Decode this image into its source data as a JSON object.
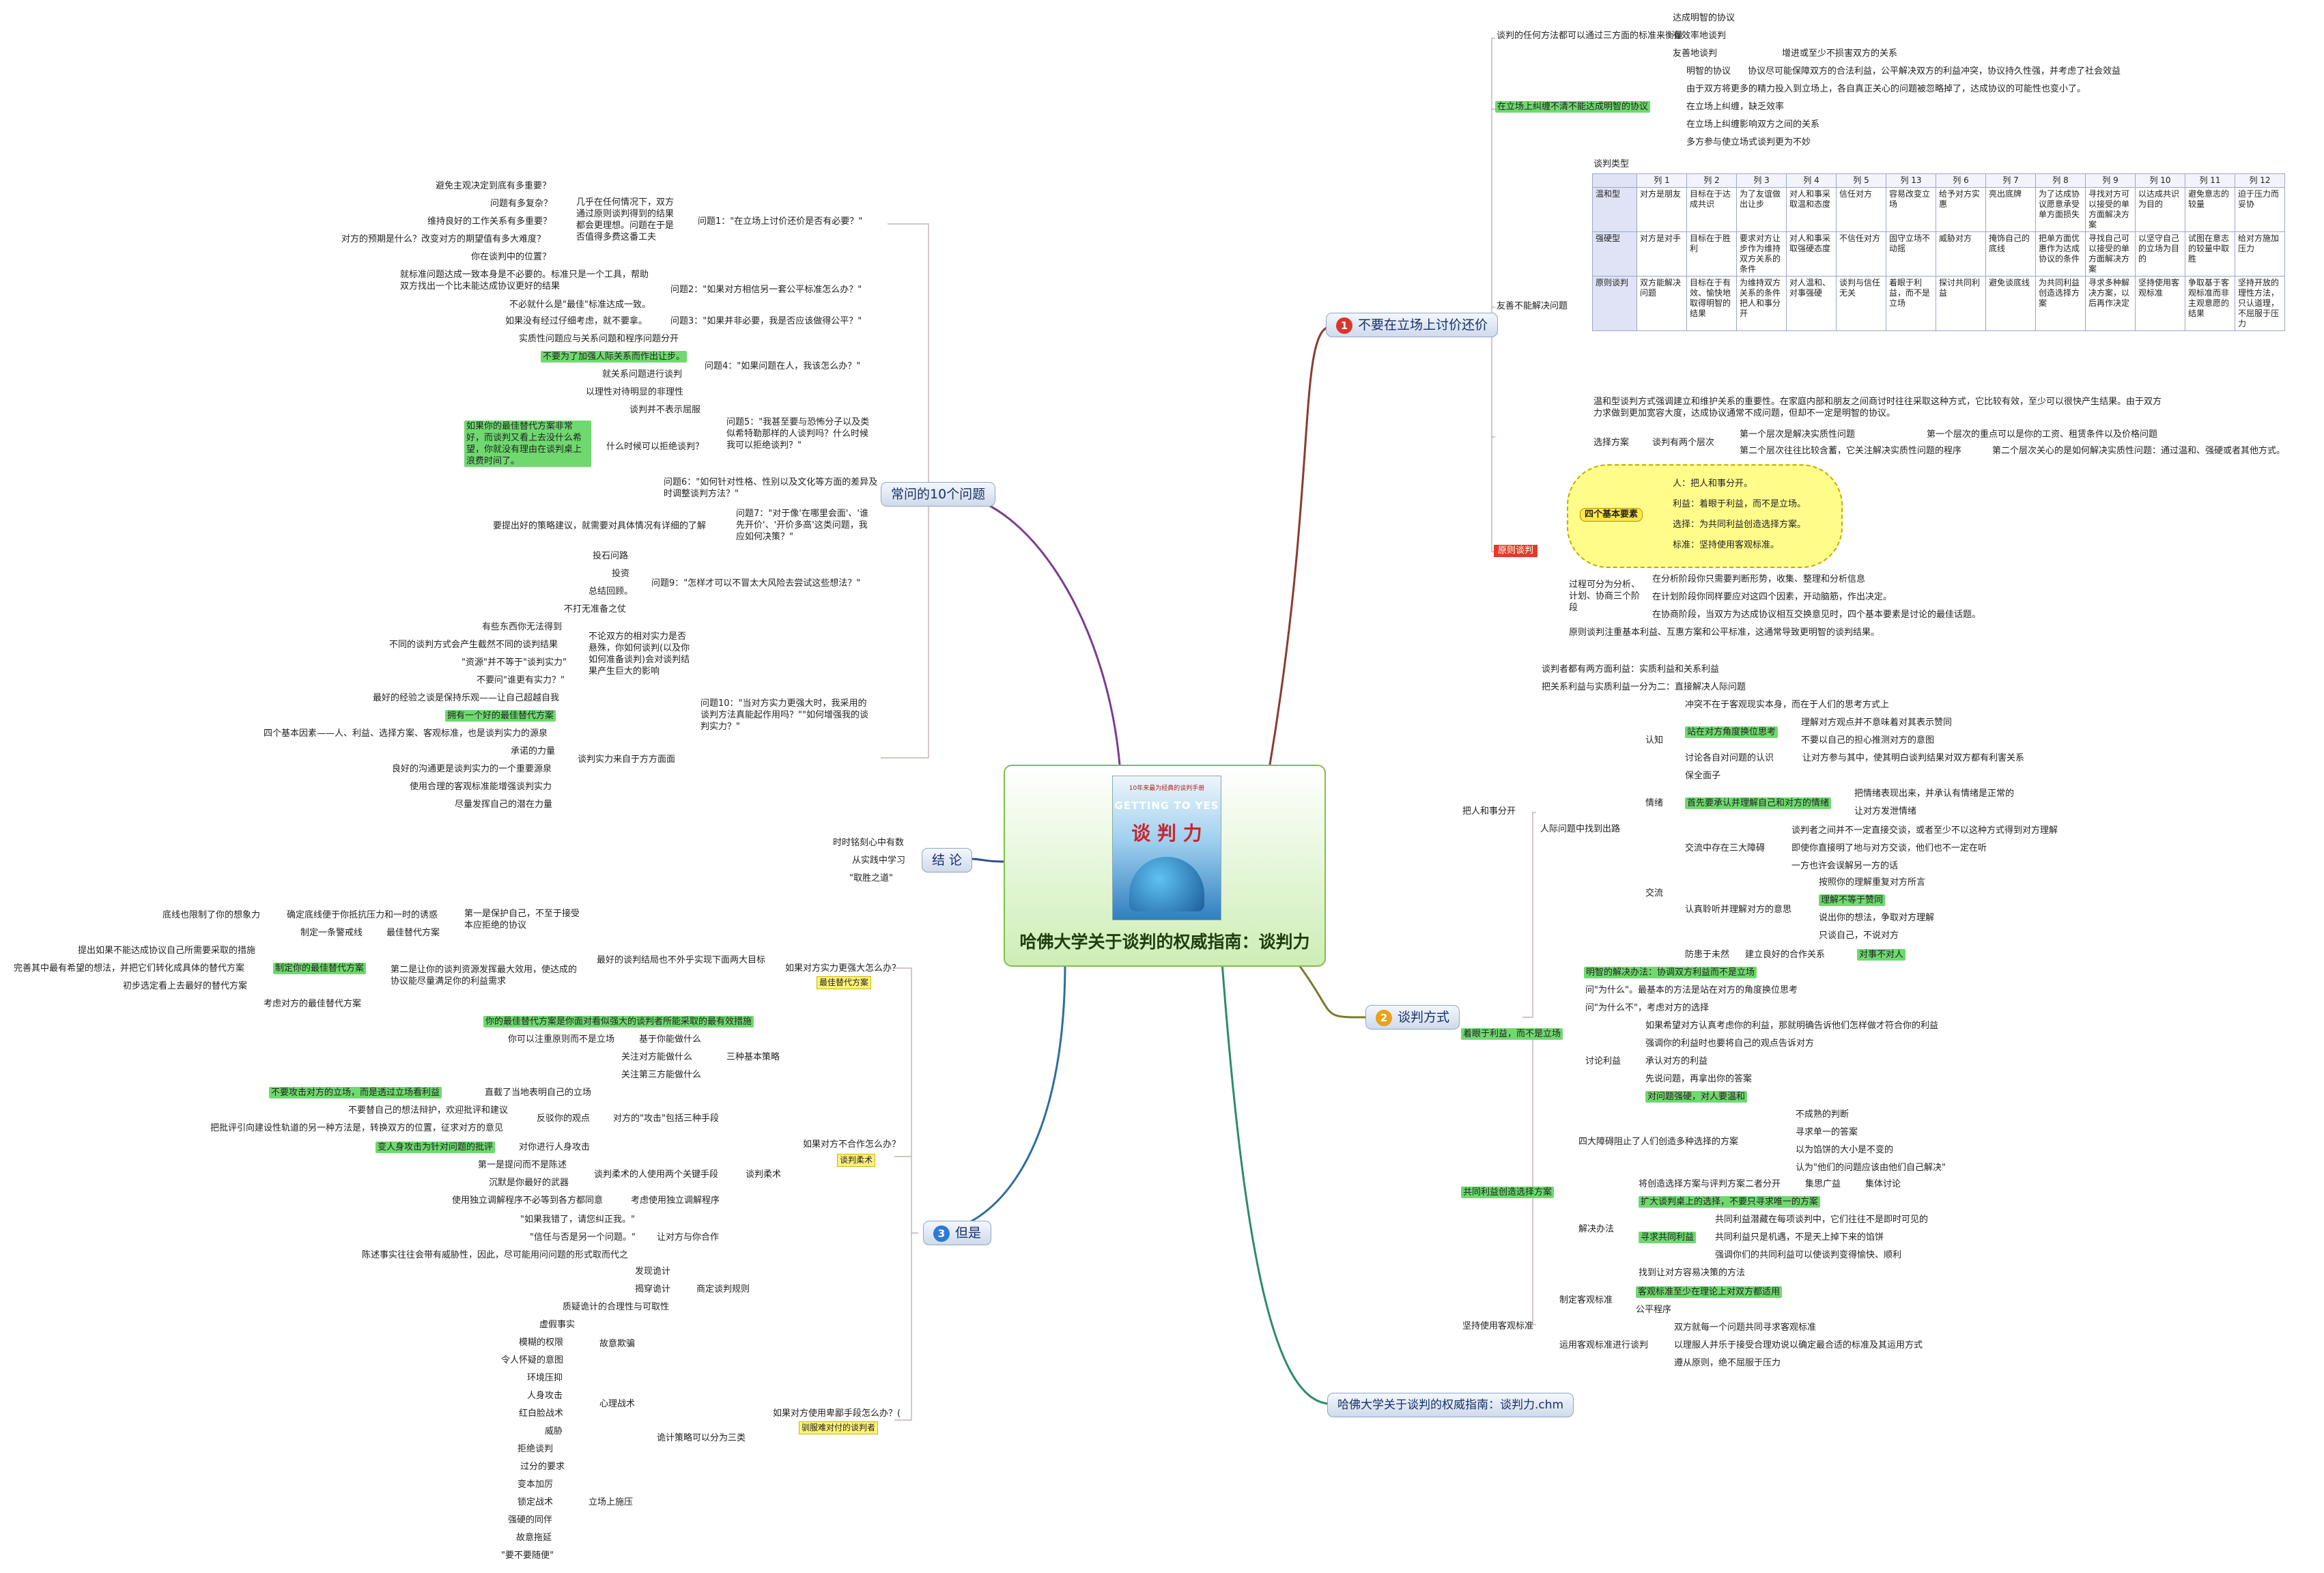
{
  "central": {
    "title": "哈佛大学关于谈判的权威指南：谈判力",
    "book_series": "10年来最为经典的谈判手册",
    "book_title": "谈 判 力",
    "book_english": "GETTING TO YES"
  },
  "branches": {
    "b1": "不要在立场上讨价还价",
    "b2": "谈判方式",
    "b3": "但是",
    "faq": "常问的10个问题",
    "conclusion": "结 论",
    "chm": "哈佛大学关于谈判的权威指南：谈判力.chm"
  },
  "b1": {
    "criteria_label": "谈判的任何方法都可以通过三方面的标准来衡量",
    "criteria": [
      "达成明智的协议",
      "有效率地谈判",
      "友善地谈判",
      "增进或至少不损害双方的关系"
    ],
    "position_label": "在立场上纠缠不清不能达成明智的协议",
    "position_items": [
      "明智的协议",
      "协议尽可能保障双方的合法利益，公平解决双方的利益冲突，协议持久性强，并考虑了社会效益",
      "由于双方将更多的精力投入到立场上，各自真正关心的问题被忽略掉了，达成协议的可能性也变小了。",
      "在立场上纠缠，缺乏效率",
      "在立场上纠缠影响双方之间的关系",
      "多方参与使立场式谈判更为不妙"
    ],
    "friendly_label": "友善不能解决问题",
    "table_title": "谈判类型",
    "table_cols": [
      "列 1",
      "列 2",
      "列 3",
      "列 4",
      "列 5",
      "列 13",
      "列 6",
      "列 7",
      "列 8",
      "列 9",
      "列 10",
      "列 11",
      "列 12"
    ],
    "table_rows": [
      {
        "head": "温和型",
        "cells": [
          "对方是朋友",
          "目标在于达成共识",
          "为了友谊做出让步",
          "对人和事采取温和态度",
          "信任对方",
          "容易改变立场",
          "给予对方实惠",
          "亮出底牌",
          "为了达成协议愿意承受单方面损失",
          "寻找对方可以接受的单方面解决方案",
          "以达成共识为目的",
          "避免意志的较量",
          "迫于压力而妥协"
        ]
      },
      {
        "head": "强硬型",
        "cells": [
          "对方是对手",
          "目标在于胜利",
          "要求对方让步作为维持双方关系的条件",
          "对人和事采取强硬态度",
          "不信任对方",
          "固守立场不动摇",
          "威胁对方",
          "掩饰自己的底线",
          "把单方面优惠作为达成协议的条件",
          "寻找自己可以接受的单方面解决方案",
          "以坚守自己的立场为目的",
          "试图在意志的较量中取胜",
          "给对方施加压力"
        ]
      },
      {
        "head": "原则谈判",
        "cells": [
          "双方能解决问题",
          "目标在于有效、愉快地取得明智的结果",
          "为维持双方关系的条件把人和事分开",
          "对人温和、对事强硬",
          "谈判与信任无关",
          "着眼于利益，而不是立场",
          "探讨共同利益",
          "避免谈底线",
          "为共同利益创造选择方案",
          "寻求多种解决方案，以后再作决定",
          "坚持使用客观标准",
          "争取基于客观标准而非主观意愿的结果",
          "坚持开放的理性方法，只认道理，不屈服于压力"
        ]
      }
    ],
    "summary_text": "温和型谈判方式强调建立和维护关系的重要性。在家庭内部和朋友之间商讨时往往采取这种方式，它比较有效，至少可以很快产生结果。由于双方力求做到更加宽容大度，达成协议通常不成问题，但却不一定是明智的协议。",
    "choice_label": "选择方案",
    "levels_label": "谈判有两个层次",
    "level1": [
      "第一个层次是解决实质性问题",
      "第一个层次的重点可以是你的工资、租赁条件以及价格问题"
    ],
    "level2": [
      "第二个层次往往比较含蓄，它关注解决实质性问题的程序",
      "第二个层次关心的是如何解决实质性问题：通过温和、强硬或者其他方式。"
    ],
    "principled_label": "原则谈判",
    "four_label": "四个基本要素",
    "four_items": [
      "人：把人和事分开。",
      "利益：着眼于利益，而不是立场。",
      "选择：为共同利益创造选择方案。",
      "标准：坚持使用客观标准。"
    ],
    "process_label": "过程可分为分析、计划、协商三个阶段",
    "process_items": [
      "在分析阶段你只需要判断形势，收集、整理和分析信息",
      "在计划阶段你同样要应对这四个因素，开动脑筋，作出决定。",
      "在协商阶段，当双方为达成协议相互交换意见时，四个基本要素是讨论的最佳话题。"
    ],
    "principled_note": "原则谈判注重基本利益、互惠方案和公平标准，这通常导致更明智的谈判结果。"
  },
  "b2": {
    "top": [
      "谈判者都有两方面利益：实质利益和关系利益",
      "把关系利益与实质利益一分为二：直接解决人际问题"
    ],
    "people_label": "把人和事分开",
    "people_problem": "人际问题中找到出路",
    "perception_label": "认知",
    "perception_items": [
      "冲突不在于客观现实本身，而在于人们的思考方式上",
      "站在对方角度换位思考",
      "理解对方观点并不意味着对其表示赞同",
      "不要以自己的担心推测对方的意图",
      "讨论各自对问题的认识",
      "让对方参与其中，使其明白谈判结果对双方都有利害关系",
      "保全面子"
    ],
    "emotion_label": "情绪",
    "emotion_items": [
      "首先要承认并理解自己和对方的情绪",
      "把情绪表现出来，并承认有情绪是正常的",
      "让对方发泄情绪"
    ],
    "comm_label": "交流",
    "comm_barriers": "交流中存在三大障碍",
    "comm_items": [
      "谈判者之间并不一定直接交谈，或者至少不以这种方式得到对方理解",
      "即使你直接明了地与对方交谈，他们也不一定在听",
      "一方也许会误解另一方的话"
    ],
    "listen_label": "认真聆听并理解对方的意思",
    "listen_items": [
      "按照你的理解重复对方所言",
      "理解不等于赞同",
      "说出你的想法，争取对方理解",
      "只谈自己，不说对方"
    ],
    "prevent_label": "防患于未然",
    "prevent_items": [
      "建立良好的合作关系",
      "对事不对人"
    ],
    "interest_label": "着眼于利益，而不是立场",
    "interest_items": [
      "明智的解决办法：协调双方利益而不是立场",
      "问\"为什么\"。最基本的方法是站在对方的角度换位思考",
      "问\"为什么不\"，考虑对方的选择"
    ],
    "discuss_label": "讨论利益",
    "discuss_items": [
      "如果希望对方认真考虑你的利益，那就明确告诉他们怎样做才符合你的利益",
      "强调你的利益时也要将自己的观点告诉对方",
      "承认对方的利益",
      "先说问题，再拿出你的答案",
      "对问题强硬，对人要温和"
    ],
    "mutual_label": "共同利益创造选择方案",
    "four_obstacles": "四大障碍阻止了人们创造多种选择的方案",
    "obstacles": [
      "不成熟的判断",
      "寻求单一的答案",
      "以为馅饼的大小是不变的",
      "认为\"他们的问题应该由他们自己解决\""
    ],
    "solution_label": "解决办法",
    "solution_items": [
      "将创造选择方案与评判方案二者分开",
      "集思广益",
      "集体讨论",
      "扩大谈判桌上的选择，不要只寻求唯一的方案",
      "寻求共同利益",
      "共同利益潜藏在每项谈判中，它们往往不是即时可见的",
      "共同利益只是机遇，不是天上掉下来的馅饼",
      "强调你们的共同利益可以使谈判变得愉快、顺利",
      "找到让对方容易决策的方法"
    ],
    "objective_label": "坚持使用客观标准",
    "objective_std": "制定客观标准",
    "objective_items": [
      "客观标准至少在理论上对双方都适用",
      "公平程序"
    ],
    "apply_label": "运用客观标准进行谈判",
    "apply_items": [
      "双方就每一个问题共同寻求客观标准",
      "以理服人并乐于接受合理劝说以确定最合适的标准及其运用方式",
      "遵从原则，绝不屈服于压力"
    ]
  },
  "b3": {
    "q1": "如果对方实力更强大怎么办？",
    "q1_tag": "最佳替代方案",
    "protect_label": "第一是保护自己，不至于接受本应拒绝的协议",
    "protect_items": [
      "底线也限制了你的想象力",
      "确定底线便于你抵抗压力和一时的诱惑",
      "制定一条警戒线",
      "最佳替代方案"
    ],
    "best_result": "最好的谈判结局也不外乎实现下面两大目标",
    "second_goal": "第二是让你的谈判资源发挥最大效用，使达成的协议能尽量满足你的利益需求",
    "alt_items": [
      "提出如果不能达成协议自己所需要采取的措施",
      "完善其中最有希望的想法，并把它们转化成具体的替代方案",
      "制定你的最佳替代方案",
      "初步选定看上去最好的替代方案",
      "考虑对方的最佳替代方案"
    ],
    "alt_note": "你的最佳替代方案是你面对看似强大的谈判者所能采取的最有效措施",
    "q2": "如果对方不合作怎么办？",
    "q2_tag": "谈判柔术",
    "three_label": "三种基本策略",
    "three_items": [
      "你可以注重原则而不是立场",
      "基于你能做什么",
      "关注对方能做什么",
      "关注第三方能做什么"
    ],
    "attack_label": "对方的\"攻击\"包括三种手段",
    "attack_items": [
      "直截了当地表明自己的立场",
      "不要攻击对方的立场，而是透过立场看利益",
      "反驳你的观点",
      "不要替自己的想法辩护，欢迎批评和建议",
      "把批评引向建设性轨道的另一种方法是，转换双方的位置，征求对方的意见",
      "对你进行人身攻击",
      "变人身攻击为针对问题的批评"
    ],
    "jujitsu_label": "谈判柔术",
    "key_label": "谈判柔术的人使用两个关键手段",
    "key_items": [
      "第一是提问而不是陈述",
      "沉默是你最好的武器"
    ],
    "third_party": "考虑使用独立调解程序",
    "third_items": [
      "使用独立调解程序不必等到各方都同意",
      "让对方与你合作",
      "\"如果我错了，请您纠正我。\"",
      "\"信任与否是另一个问题。\"",
      "陈述事实往往会带有威胁性，因此，尽可能用问问题的形式取而代之"
    ],
    "q3": "如果对方使用卑鄙手段怎么办？(",
    "q3_tag": "驯服难对付的谈判者",
    "rules_label": "商定谈判规则",
    "rules_items": [
      "发现诡计",
      "揭穿诡计",
      "质疑诡计的合理性与可取性"
    ],
    "tricks_label": "诡计策略可以分为三类",
    "deceive_label": "故意欺骗",
    "deceive_items": [
      "虚假事实",
      "模糊的权限",
      "令人怀疑的意图"
    ],
    "psych_label": "心理战术",
    "psych_items": [
      "环境压抑",
      "人身攻击",
      "红白脸战术",
      "威胁"
    ],
    "pressure_label": "立场上施压",
    "pressure_items": [
      "拒绝谈判",
      "过分的要求",
      "变本加厉",
      "锁定战术",
      "强硬的同伴",
      "故意拖延",
      "\"要不要随便\""
    ]
  },
  "faq": {
    "q1": "问题1：\"在立场上讨价还价是否有必要？\"",
    "q1_note": "几乎在任何情况下，双方通过原则谈判得到的结果都会更理想。问题在于是否值得多费这番工夫",
    "q1_items": [
      "避免主观决定到底有多重要？",
      "问题有多复杂？",
      "维持良好的工作关系有多重要？",
      "对方的预期是什么？改变对方的期望值有多大难度？",
      "你在谈判中的位置？"
    ],
    "q2": "问题2：\"如果对方相信另一套公平标准怎么办？\"",
    "q2_items": [
      "就标准问题达成一致本身是不必要的。标准只是一个工具，帮助双方找出一个比未能达成协议更好的结果",
      "不必就什么是\"最佳\"标准达成一致。"
    ],
    "q3": "问题3：\"如果并非必要，我是否应该做得公平？\"",
    "q3_item": "如果没有经过仔细考虑，就不要拿。",
    "q4": "问题4：\"如果问题在人，我该怎么办？\"",
    "q4_items": [
      "实质性问题应与关系问题和程序问题分开",
      "不要为了加强人际关系而作出让步。",
      "就关系问题进行谈判",
      "以理性对待明显的非理性"
    ],
    "q5": "问题5：\"我甚至要与恐怖分子以及类似希特勒那样的人谈判吗？什么时候我可以拒绝谈判？\"",
    "q5_items": [
      "谈判并不表示屈服",
      "什么时候可以拒绝谈判？",
      "如果你的最佳替代方案非常好，而谈判又看上去没什么希望，你就没有理由在谈判桌上浪费时间了。"
    ],
    "q6": "问题6：\"如何针对性格、性别以及文化等方面的差异及时调整谈判方法？\"",
    "q7": "问题7：\"对于像'在哪里会面'、'谁先开价'、'开价多高'这类问题，我应如何决策？\"",
    "q7_item": "要提出好的策略建议，就需要对具体情况有详细的了解",
    "q8": "问题9：\"怎样才可以不冒太大风险去尝试这些想法？\"",
    "q8_items": [
      "投石问路",
      "投资",
      "总结回顾。",
      "不打无准备之仗"
    ],
    "q10": "问题10：\"当对方实力更强大时，我采用的谈判方法真能起作用吗？\"\"如何增强我的谈判实力？\"",
    "q10_items": [
      "有些东西你无法得到",
      "不同的谈判方式会产生截然不同的谈判结果",
      "\"资源\"并不等于\"谈判实力\"",
      "不要问\"谁更有实力？\"",
      "最好的经验之谈是保持乐观——让自己超越自我"
    ],
    "q10_note": "不论双方的相对实力是否悬殊，你如何谈判(以及你如何准备谈判)会对谈判结果产生巨大的影响",
    "power_label": "谈判实力来自于方方面面",
    "power_items": [
      "拥有一个好的最佳替代方案",
      "四个基本因素——人、利益、选择方案、客观标准，也是谈判实力的源泉",
      "承诺的力量",
      "良好的沟通更是谈判实力的一个重要源泉",
      "使用合理的客观标准能增强谈判实力",
      "尽量发挥自己的潜在力量"
    ]
  },
  "conclusion": {
    "items": [
      "时时铭刻心中有数",
      "从实践中学习",
      "\"取胜之道\""
    ]
  },
  "colors": {
    "red": "#d9352c",
    "orange": "#e8a21a",
    "blue": "#2d7ad6",
    "green": "#6fd96f",
    "branch_line": "#8a5a4a"
  }
}
